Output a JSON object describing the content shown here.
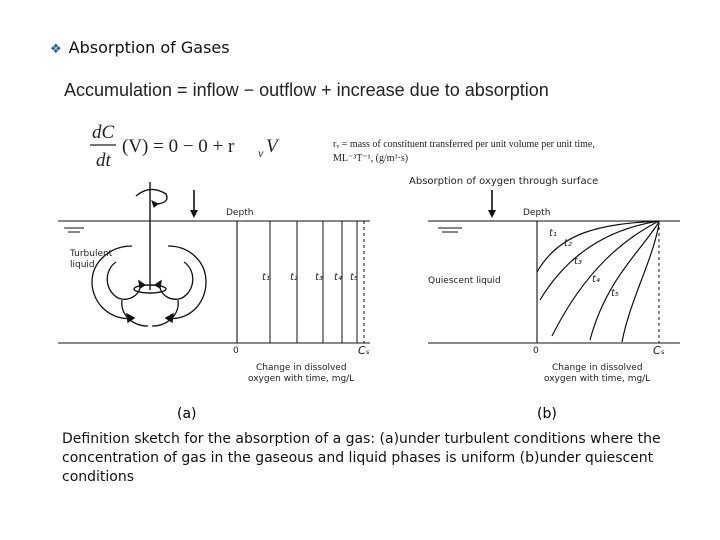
{
  "heading": {
    "bullet": "❖",
    "text": "Absorption of Gases"
  },
  "equation_words": "Accumulation = inflow − outflow + increase due to absorption",
  "equation_math": {
    "lhs_num": "dC",
    "lhs_den": "dt",
    "rest": "(V) = 0 − 0 + r",
    "sub": "v",
    "tail": "V"
  },
  "rv_definition": "rᵥ = mass of constituent transferred per unit volume per unit time,",
  "rv_units": "ML⁻³T⁻¹, (g/m³·s)",
  "figure_a": {
    "depth_label": "Depth",
    "liquid_label_line1": "Turbulent",
    "liquid_label_line2": "liquid",
    "time_labels": [
      "t₁",
      "t₂",
      "t₃",
      "t₄",
      "t₅"
    ],
    "origin": "0",
    "saturation": "Cₛ",
    "xlabel_line1": "Change in dissolved",
    "xlabel_line2": "oxygen with time, mg/L"
  },
  "figure_b": {
    "surface_label": "Absorption of oxygen through surface",
    "depth_label": "Depth",
    "liquid_label": "Quiescent liquid",
    "time_labels": [
      "t₁",
      "t₂",
      "t₃",
      "t₄",
      "t₅"
    ],
    "origin": "0",
    "saturation": "Cₛ",
    "xlabel_line1": "Change in dissolved",
    "xlabel_line2": "oxygen with time, mg/L"
  },
  "label_a": "(a)",
  "label_b": "(b)",
  "caption": "Definition sketch for the absorption of a gas: (a)under turbulent conditions where the concentration of gas in the gaseous and liquid phases is uniform (b)under quiescent conditions"
}
